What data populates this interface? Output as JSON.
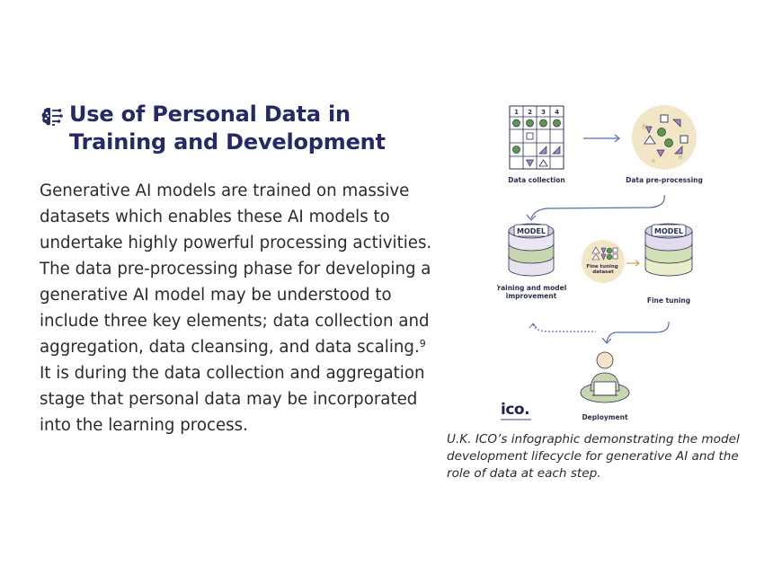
{
  "heading": {
    "icon": "brain-circuit-icon",
    "line1": "Use of Personal Data in",
    "line2": "Training and Development"
  },
  "body": {
    "text_before_note": "Generative AI models are trained on massive datasets which enables these AI models to undertake highly powerful processing activities. The data pre-processing phase for developing a generative AI model may be understood to include three key elements; data collection and aggregation, data cleansing, and data scaling.",
    "footnote": "9",
    "text_after_note": " It is during the data collection and aggregation stage that personal data may be incorporated into the learning process."
  },
  "figure": {
    "grid_headers": [
      "1",
      "2",
      "3",
      "4"
    ],
    "labels": {
      "data_collection": "Data collection",
      "data_preprocessing": "Data pre-processing",
      "training": "Training and model improvement",
      "fine_tuning": "Fine tuning",
      "deployment": "Deployment",
      "model": "MODEL",
      "fine_tuning_dataset": "Fine tuning dataset"
    },
    "logo": "ico.",
    "colors": {
      "navy": "#2a2f52",
      "purple": "#9b8bc4",
      "green": "#5a9a4a",
      "cream": "#f3e6c6",
      "blue_arrow": "#4f6fb0"
    }
  },
  "caption": "U.K. ICO’s infographic demonstrating the model development lifecycle for generative AI and the role of data at each step."
}
